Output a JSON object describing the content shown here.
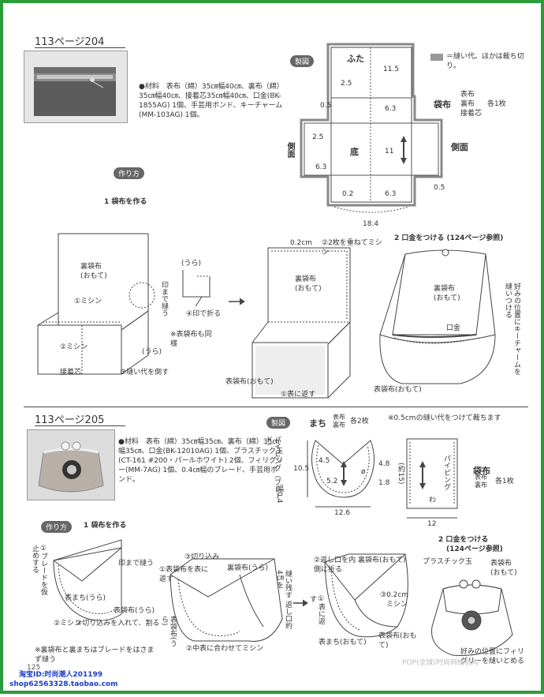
{
  "s1": {
    "page_ref": "113ページ204",
    "materials": "●材料　表布（綿）35㎝幅40㎝、裏布（綿）35㎝幅40㎝、接着芯35㎝幅40㎝、口金(BK-1855AG) 1個、手芸用ボンド、キーチャーム(MM-103AG) 1個。",
    "seido": "製図",
    "legend": "＝縫い代。ほかは裁ち切り。",
    "d_futa": "ふた",
    "d_11_5": "11.5",
    "d_2_5a": "2.5",
    "d_0_5a": "0.5",
    "d_6_3a": "6.3",
    "d_sokumen_l": "側面",
    "d_2_5b": "2.5",
    "d_soko": "底",
    "d_11": "11",
    "d_sokumen_r": "側面",
    "d_6_3b": "6.3",
    "d_0_2": "0.2",
    "d_6_3c": "6.3",
    "d_0_5b": "0.5",
    "d_18_4": "18.4",
    "fukuro": "袋布",
    "fukuro_sub1": "表布",
    "fukuro_sub2": "裏布",
    "fukuro_sub3": "接着芯",
    "fukuro_count": "各1枚",
    "tsukurikata": "作り方",
    "step1": "1 袋布を作る",
    "i1_urafu": "裏袋布",
    "i1_omote": "(おもて)",
    "i1_mishin1": "①ミシン",
    "i1_mishin2": "②ミシン",
    "i1_setchaku": "接着芯",
    "i1_nuishiro": "③縫い代を倒す",
    "i1_ura": "(うら)",
    "i1_ura2": "(うら)",
    "i1_shirushi": "印まで縫う",
    "i1_ori": "④印で折る",
    "i1_dou": "※表袋布も同様",
    "i2_02": "0.2cm",
    "i2_kasane": "②2枚を重ねてミシン",
    "i2_urafu": "裏袋布",
    "i2_omote": "(おもて)",
    "i2_omotefu": "表袋布(おもて)",
    "i2_kaesu": "①表に返す",
    "step2": "2 口金をつける (124ページ参照)",
    "i3_urafu": "裏袋布",
    "i3_omote": "(おもて)",
    "i3_kuchigane": "口金",
    "i3_charm": "好みの位置にキーチャームを縫いつける",
    "i3_omotefu": "表袋布(おもて)"
  },
  "s2": {
    "page_ref": "113ページ205",
    "materials": "●材料　表布（綿）35㎝幅35㎝、裏布（綿）35㎝幅35㎝、口金(BK-12010AG) 1個、プラスチック玉(CT-161 #200・パールホワイト) 2個、フィリグリー(MM-7AG) 1個、0.4㎝幅のブレード、手芸用ボンド。",
    "seido": "製図",
    "machi": "まち",
    "machi_sub1": "表布",
    "machi_sub2": "裏布",
    "machi_count": "各2枚",
    "note": "※0.5cmの縫い代をつけて裁ちます",
    "piping": "パイピング（ブレード）",
    "piping_w": "幅0.4",
    "d_10_5": "10.5",
    "d_4_5": "4.5",
    "d_5_2": "5.2",
    "d_4_8": "4.8",
    "d_1_8": "1.8",
    "d_phi": "ø",
    "d_12_6": "12.6",
    "d_yaku15": "(約15)",
    "d_12": "12",
    "d_wa": "わ",
    "p_piping": "パイピング",
    "fukuro": "袋布",
    "fukuro_sub1": "表布",
    "fukuro_sub2": "裏布",
    "fukuro_count": "各1枚",
    "tsukurikata": "作り方",
    "step1": "1 袋布を作る",
    "j1_blade": "①ブレードを仮止めする",
    "j1_shirushi": "印まで縫う",
    "j1_omotemachi": "表まち(うら)",
    "j1_omotefu": "表袋布(うら)",
    "j1_kirikomi": "③切り込みを入れて、割る",
    "j1_mishin": "②ミシン",
    "j1_note": "※裏袋布と裏まちはブレードをはさまず縫う",
    "j2_kirikomi": "③切り込み",
    "j2_kaesu": "①表袋布を表に返す",
    "j2_urafu": "裏袋布(うら)",
    "j2_nokosu": "縫い残す 返し口約4㎝を",
    "j2_omotefu": "表袋布(うら)",
    "j2_naka": "②中表に合わせてミシン",
    "j3_kaeshi": "②返し口を内側に折る",
    "j3_urafu": "裏袋布(おもて)",
    "j3_02": "③0.2cm",
    "j3_mishin": "ミシン",
    "j3_kaesu": "①表に返す",
    "j3_omotemachi": "表まち(おもて)",
    "j3_omotefu": "表袋布(おもて)",
    "step2": "2 口金をつける",
    "step2_ref": "(124ページ参照)",
    "j4_plastic": "プラスチック玉",
    "j4_omotefu": "表袋布",
    "j4_omote": "(おもて)",
    "j4_filigree": "好みの位置にフィリグリーを縫いとめる"
  },
  "footer": {
    "page_no": "125",
    "shop1": "淘宝ID:时尚潮人201199",
    "shop2": "shop62563328.taobao.com",
    "watermark": "POP(全球)时尚网络机构"
  }
}
